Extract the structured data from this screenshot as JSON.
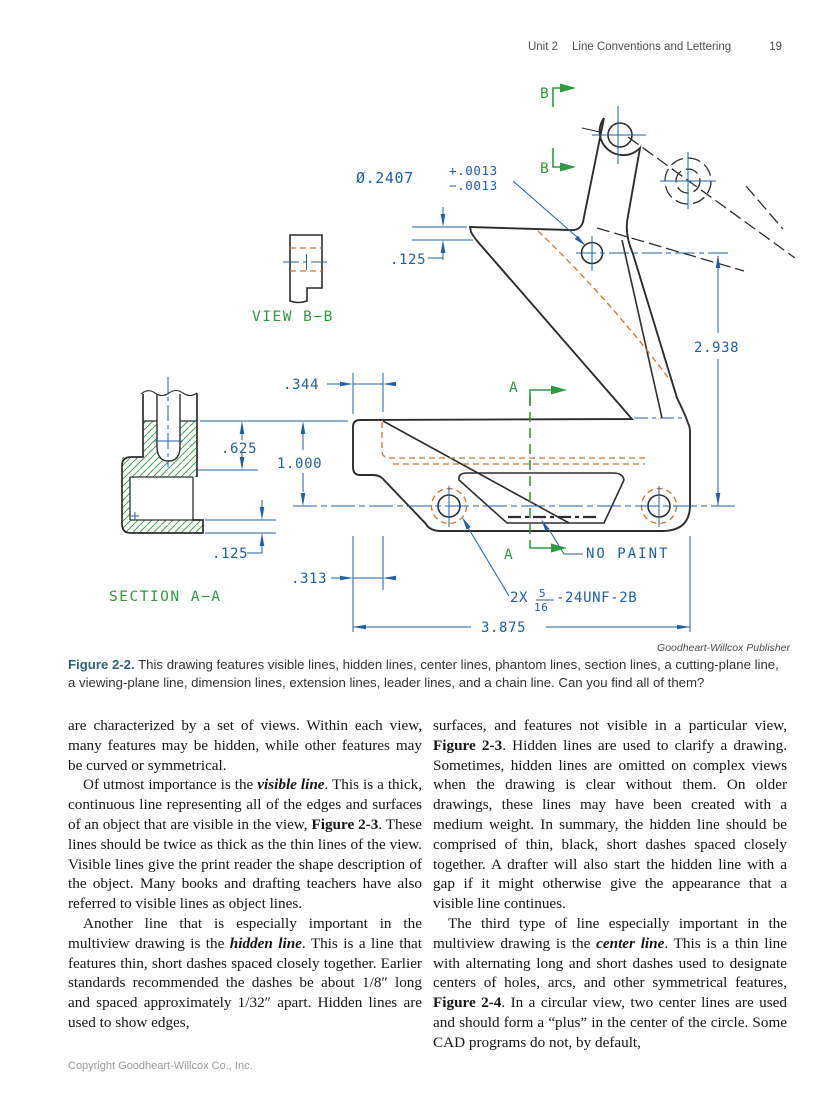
{
  "header": {
    "unit": "Unit 2",
    "title": "Line Conventions and Lettering",
    "page": "19"
  },
  "drawing": {
    "credit": "Goodheart-Willcox Publisher",
    "labels": {
      "dia": "Ø.2407",
      "tol_plus": "+.0013",
      "tol_minus": "−.0013",
      "dim_125_top": ".125",
      "dim_2938": "2.938",
      "view_bb": "VIEW B−B",
      "dim_344": ".344",
      "dim_625": ".625",
      "dim_1000": "1.000",
      "dim_125_bottom": ".125",
      "dim_313": ".313",
      "dim_3875": "3.875",
      "section_aa": "SECTION A−A",
      "no_paint": "NO PAINT",
      "thread_qty": "2X",
      "thread_num": "5",
      "thread_den": "16",
      "thread_spec": "-24UNF-2B",
      "plane_a": "A",
      "plane_b": "B"
    },
    "colors": {
      "dimension_blue": "#1f5fa8",
      "plane_green": "#2f9a41",
      "hatch_green": "#4aa455",
      "hidden_orange": "#c0782e",
      "visible_black": "#2d2d2d"
    }
  },
  "caption": {
    "runs": [
      {
        "t": "Figure 2-2.",
        "cls": "cap-label"
      },
      {
        "t": "  This drawing features visible lines, hidden lines, center lines, phantom lines, section lines, a cutting-plane line, a viewing-plane line, dimension lines, extension lines, leader lines, and a chain line. Can you find all of them?"
      }
    ]
  },
  "columns": {
    "left": [
      {
        "indent": false,
        "runs": [
          {
            "t": "are characterized by a set of views. Within each view, many features may be hidden, while other features may be curved or symmetrical."
          }
        ]
      },
      {
        "indent": true,
        "runs": [
          {
            "t": "Of utmost importance is the "
          },
          {
            "t": "visible line",
            "b": true,
            "i": true
          },
          {
            "t": ". This is a thick, continuous line representing all of the edges and surfaces of an object that are visible in the view, "
          },
          {
            "t": "Figure 2-3",
            "b": true
          },
          {
            "t": ". These lines should be twice as thick as the thin lines of the view. Visible lines give the print reader the shape description of the object. Many books and drafting teachers have also referred to visible lines as object lines."
          }
        ]
      },
      {
        "indent": true,
        "runs": [
          {
            "t": "Another line that is especially important in the multiview drawing is the "
          },
          {
            "t": "hidden line",
            "b": true,
            "i": true
          },
          {
            "t": ". This is a line that features thin, short dashes spaced closely together. Earlier standards recommended the dashes be about 1/8″ long and spaced approximately 1/32″ apart. Hidden lines are used to show edges,"
          }
        ]
      }
    ],
    "right": [
      {
        "indent": false,
        "runs": [
          {
            "t": "surfaces, and features not visible in a particular view, "
          },
          {
            "t": "Figure 2-3",
            "b": true
          },
          {
            "t": ". Hidden lines are used to clarify a drawing. Sometimes, hidden lines are omitted on complex views when the drawing is clear without them. On older drawings, these lines may have been created with a medium weight. In summary, the hidden line should be comprised of thin, black, short dashes spaced closely together. A drafter will also start the hidden line with a gap if it might otherwise give the appearance that a visible line continues."
          }
        ]
      },
      {
        "indent": true,
        "runs": [
          {
            "t": "The third type of line especially important in the multiview drawing is the "
          },
          {
            "t": "center line",
            "b": true,
            "i": true
          },
          {
            "t": ". This is a thin line with alternating long and short dashes used to designate centers of holes, arcs, and other symmetrical features, "
          },
          {
            "t": "Figure 2-4",
            "b": true
          },
          {
            "t": ". In a circular view, two center lines are used and should form a “plus” in the center of the circle. Some CAD programs do not, by default,"
          }
        ]
      }
    ]
  },
  "footer": {
    "copyright": "Copyright Goodheart-Willcox Co., Inc."
  }
}
